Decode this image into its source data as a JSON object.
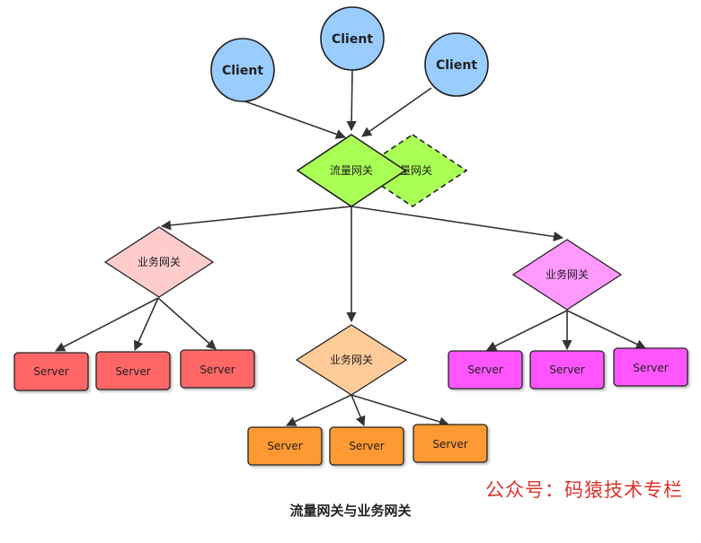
{
  "diagram": {
    "clients": [
      "Client",
      "Client",
      "Client"
    ],
    "traffic_gateway": "流量网关",
    "traffic_gateway_backup": "量网关",
    "business_gateways": [
      "业务网关",
      "业务网关",
      "业务网关"
    ],
    "servers": {
      "left": [
        "Server",
        "Server",
        "Server"
      ],
      "middle": [
        "Server",
        "Server",
        "Server"
      ],
      "right": [
        "Server",
        "Server",
        "Server"
      ]
    },
    "colors": {
      "client": "#99ccff",
      "traffic_gateway": "#aaff55",
      "gateway_left": "#ffcccc",
      "gateway_middle": "#ffcc99",
      "gateway_right": "#ff99ff",
      "server_left": "#ff6666",
      "server_middle": "#ff9933",
      "server_right": "#ff55ff"
    }
  },
  "caption": "流量网关与业务网关",
  "watermark": "公众号：码猿技术专栏"
}
